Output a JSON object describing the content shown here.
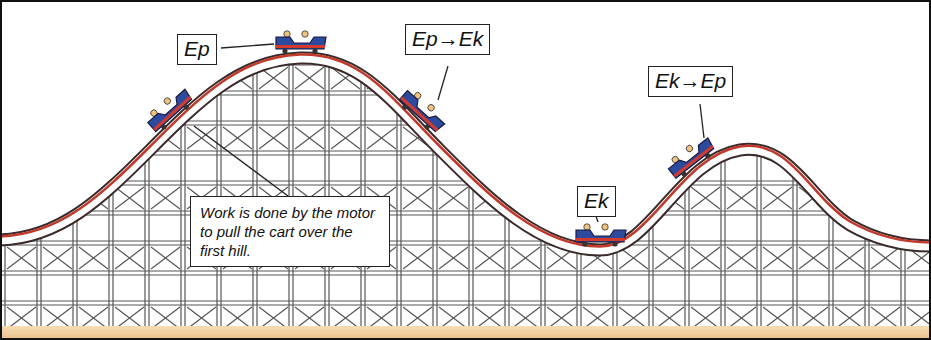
{
  "diagram": {
    "nodes": [
      {
        "text": [
          "Ep"
        ]
      },
      {
        "text": [
          "Ep→Ek"
        ]
      },
      {
        "text": [
          "Ek"
        ]
      },
      {
        "text": [
          "Ek→Ep"
        ]
      },
      {
        "text": [
          "Work is done by the motor to pull the cart over the first hill."
        ]
      }
    ]
  }
}
